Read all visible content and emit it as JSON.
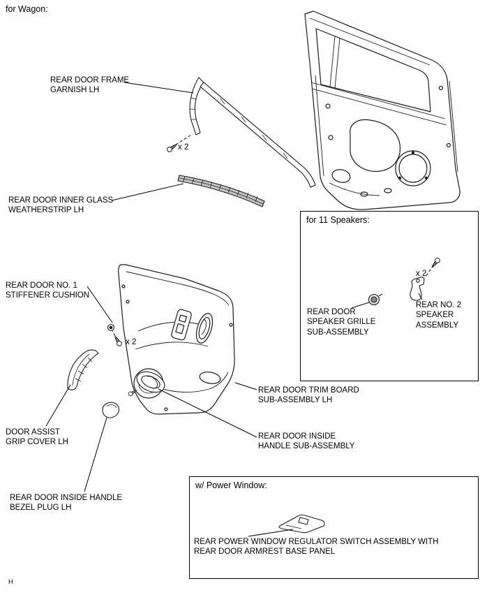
{
  "page": {
    "header": "for Wagon:",
    "footer_mark": "H"
  },
  "colors": {
    "line": "#1a1a1a",
    "text": "#000000",
    "part_fill": "#ffffff",
    "weatherstrip_fill": "#c4c4c4",
    "grille_fill": "#8a8a8a"
  },
  "callouts": {
    "frame_garnish": {
      "label": "REAR DOOR FRAME\nGARNISH LH"
    },
    "inner_glass_weatherstrip": {
      "label": "REAR DOOR INNER GLASS\nWEATHERSTRIP LH"
    },
    "stiffener_cushion": {
      "label": "REAR DOOR NO. 1\nSTIFFENER CUSHION"
    },
    "trim_board": {
      "label": "REAR DOOR TRIM BOARD\nSUB-ASSEMBLY LH"
    },
    "inside_handle": {
      "label": "REAR DOOR INSIDE\nHANDLE SUB-ASSEMBLY"
    },
    "assist_grip_cover": {
      "label": "DOOR ASSIST\nGRIP COVER LH"
    },
    "bezel_plug": {
      "label": "REAR DOOR INSIDE HANDLE\nBEZEL PLUG LH"
    }
  },
  "quantities": {
    "garnish_screws": "x 2",
    "cushion_screws": "x 2",
    "speaker_screws": "x 2"
  },
  "speakers_box": {
    "title": "for 11 Speakers:",
    "speaker_grille": "REAR DOOR\nSPEAKER GRILLE\nSUB-ASSEMBLY",
    "no2_speaker": "REAR NO. 2\nSPEAKER\nASSEMBLY"
  },
  "power_window_box": {
    "title": "w/ Power Window:",
    "switch_label": "REAR POWER WINDOW REGULATOR SWITCH ASSEMBLY WITH\nREAR DOOR ARMREST BASE PANEL"
  }
}
